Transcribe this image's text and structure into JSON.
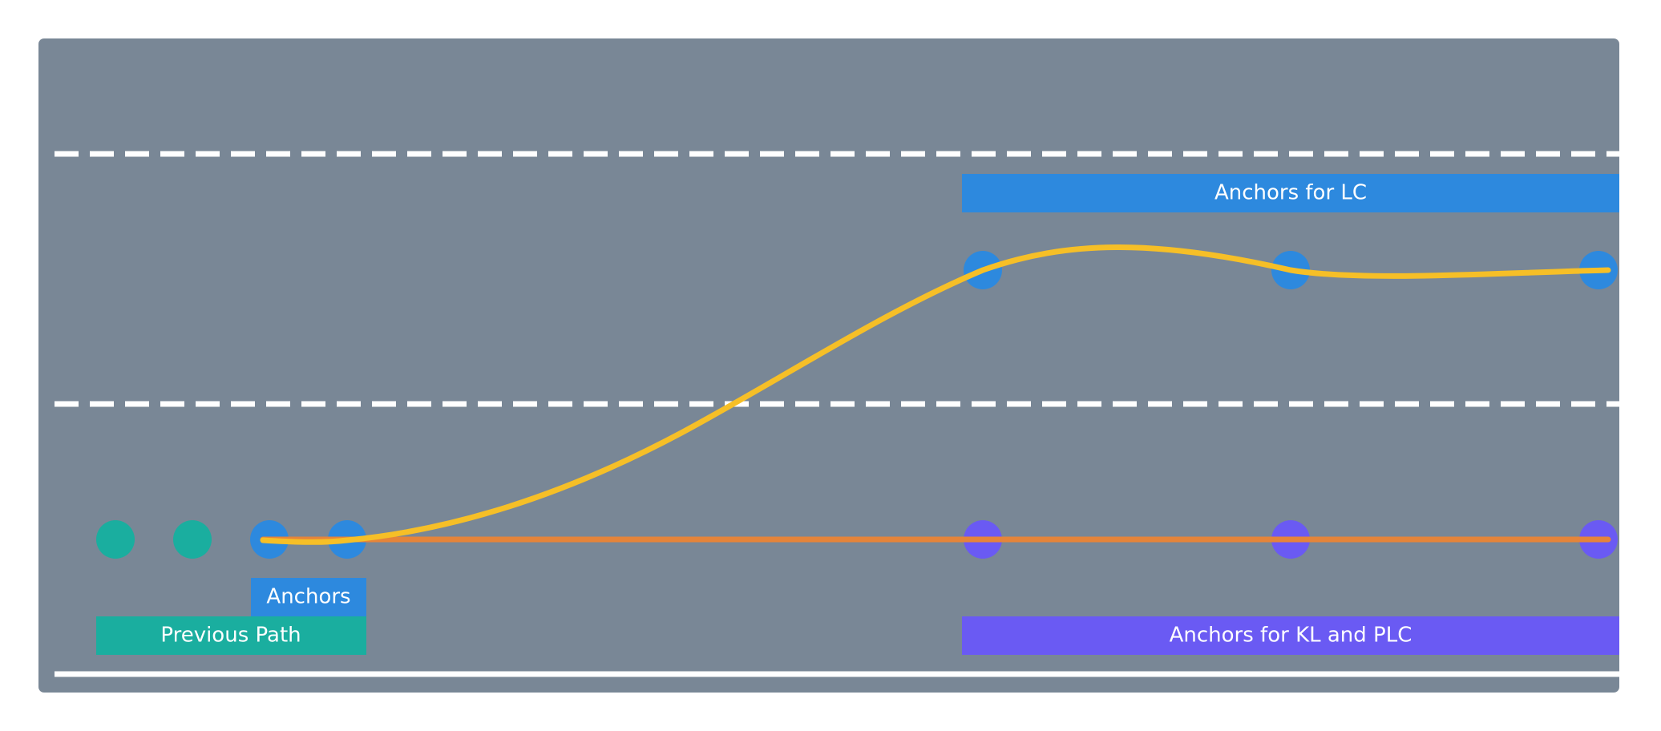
{
  "colors": {
    "page_background": "#ffffff",
    "road_background": "#798796",
    "lane_markings": "#ffffff",
    "previous_path": "#1aae9f",
    "anchor_blue": "#2d89de",
    "anchor_purple": "#6a5af3",
    "lane_change_path": "#f6bf27",
    "lane_keep_path": "#e5843a"
  },
  "labels": {
    "anchors_lc": "Anchors for LC",
    "anchors": "Anchors",
    "previous_path": "Previous Path",
    "anchors_kl_plc": "Anchors for KL and PLC"
  }
}
